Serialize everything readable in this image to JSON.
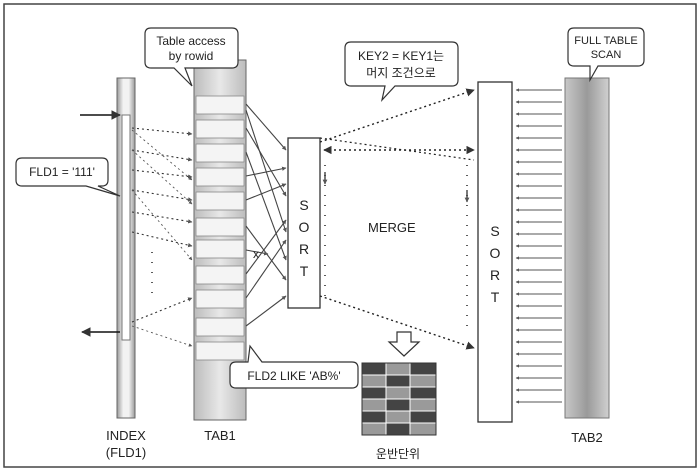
{
  "callouts": {
    "table_access": [
      "Table access",
      "by rowid"
    ],
    "key_condition": [
      "KEY2 = KEY1는",
      "머지 조건으로"
    ],
    "full_scan": [
      "FULL TABLE",
      "SCAN"
    ],
    "fld1_filter": "FLD1 = '111'",
    "fld2_filter": "FLD2 LIKE 'AB%'"
  },
  "labels": {
    "index": [
      "INDEX",
      "(FLD1)"
    ],
    "tab1": "TAB1",
    "tab2": "TAB2",
    "merge": "MERGE",
    "result_unit": "운반단위",
    "reject_mark": "x",
    "sort_letters": [
      "S",
      "O",
      "R",
      "T"
    ]
  },
  "colors": {
    "line": "#333333",
    "shade_light": "#e6e6e6",
    "shade_mid": "#bdbdbd",
    "shade_dark": "#8f8f8f",
    "border": "#555555"
  }
}
